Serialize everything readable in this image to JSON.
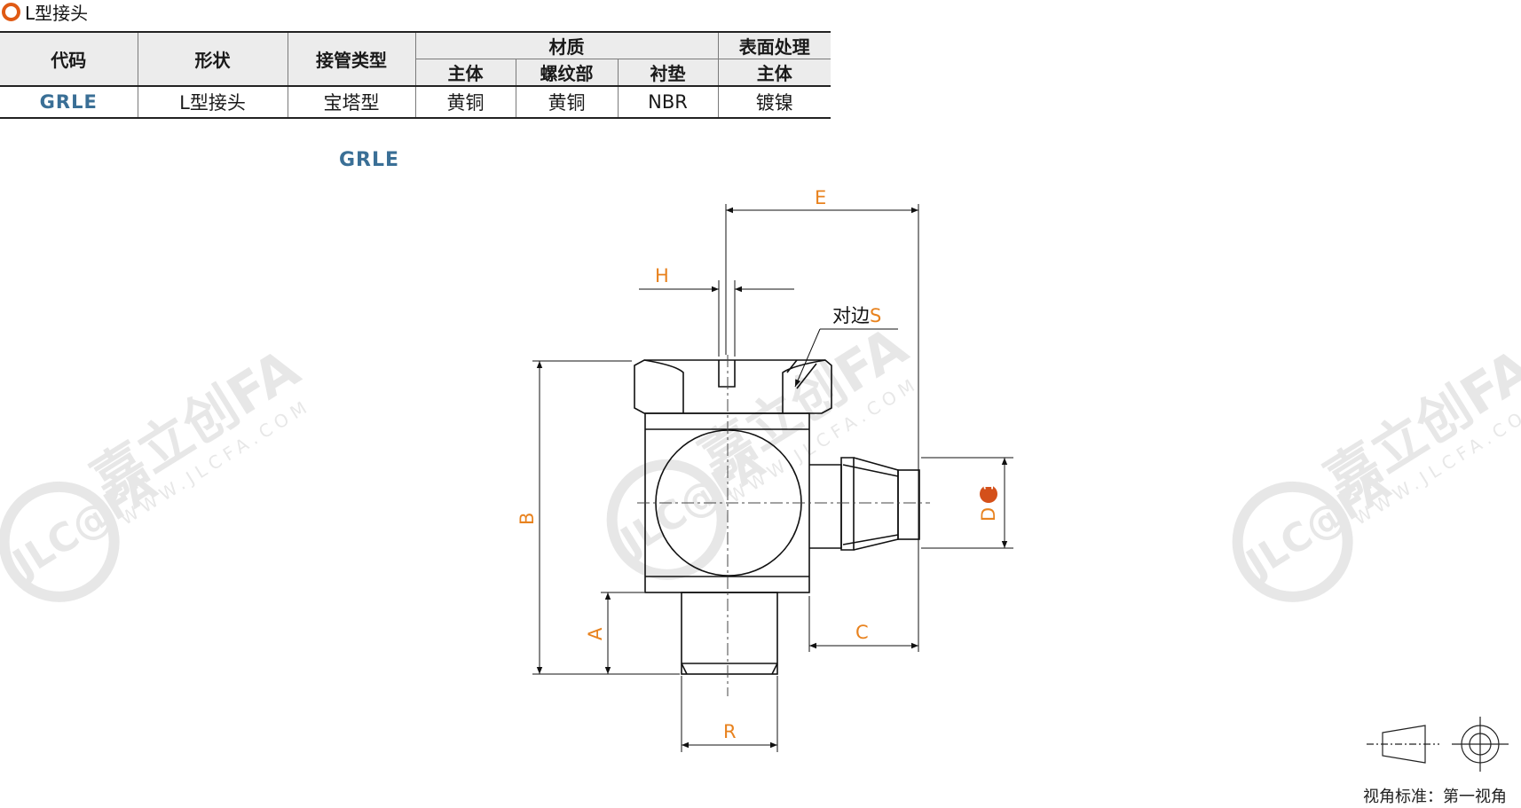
{
  "section": {
    "title": "L型接头"
  },
  "table": {
    "headers": {
      "code": "代码",
      "shape": "形状",
      "type": "接管类型",
      "material": "材质",
      "surface": "表面处理",
      "material_body": "主体",
      "material_thread": "螺纹部",
      "material_gasket": "衬垫",
      "surface_body": "主体"
    },
    "row": {
      "code": "GRLE",
      "shape": "L型接头",
      "type": "宝塔型",
      "material_body": "黄铜",
      "material_thread": "黄铜",
      "material_gasket": "NBR",
      "surface_body": "镀镍"
    }
  },
  "figure": {
    "label": "GRLE",
    "dims": {
      "E": "E",
      "H": "H",
      "S_prefix": "对边",
      "S": "S",
      "B": "B",
      "A": "A",
      "C": "C",
      "D": "D",
      "D_badge": "1",
      "R": "R"
    }
  },
  "watermark": {
    "brand": "JLC@FA",
    "name": "嘉立创FA",
    "url": "WWW.JLCFA.COM"
  },
  "projection": {
    "caption": "视角标准：第一视角"
  },
  "colors": {
    "accent": "#e05a14",
    "code_blue": "#3a6f96",
    "dim_orange": "#e8821e"
  }
}
